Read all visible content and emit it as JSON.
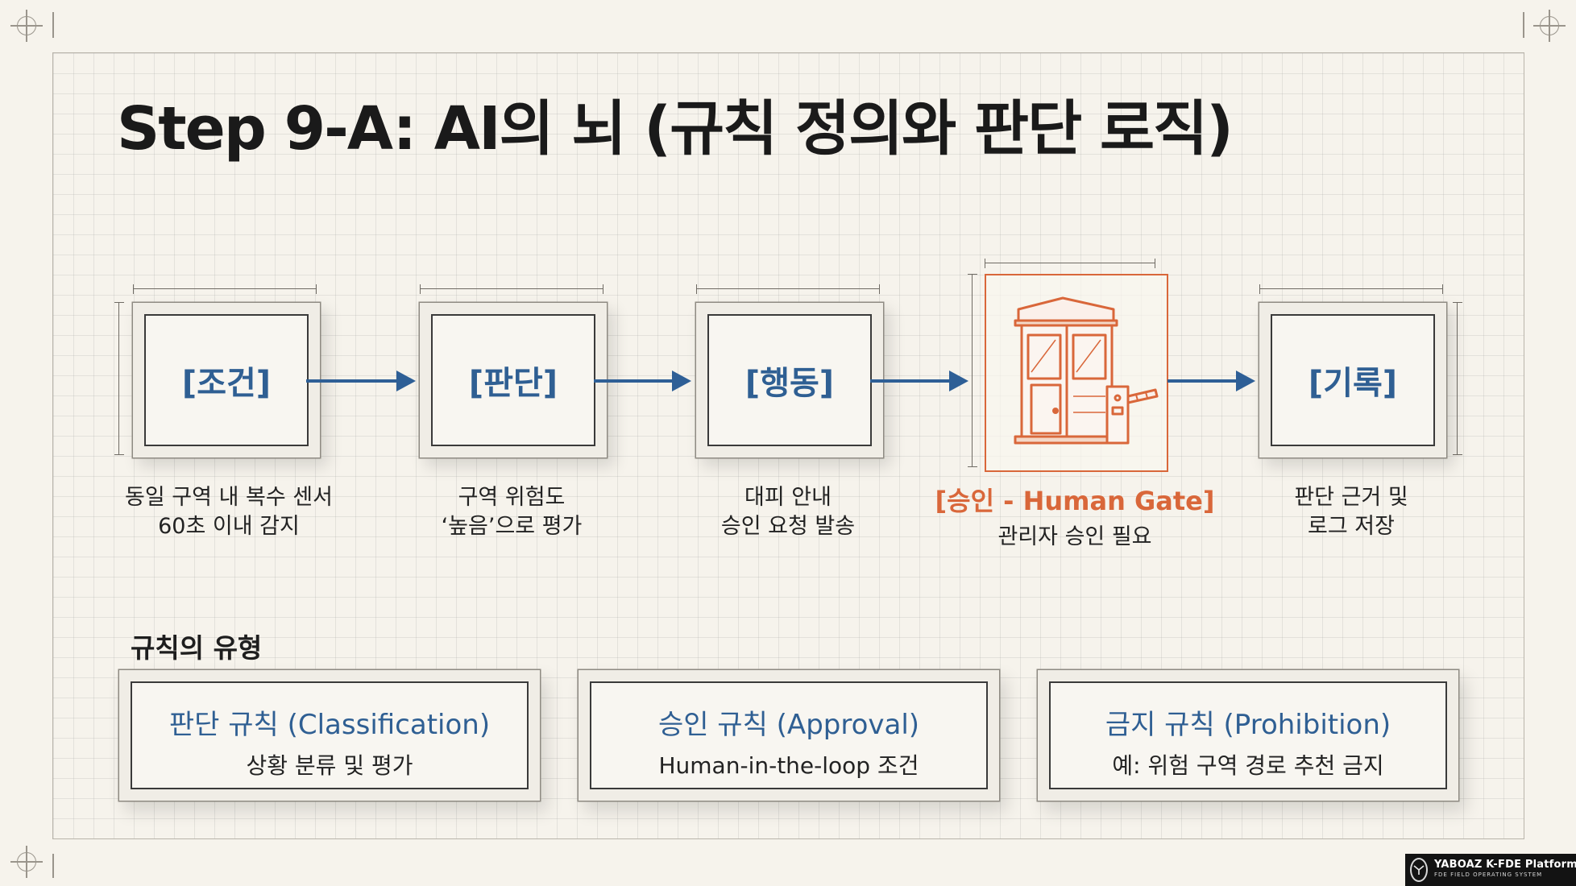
{
  "title": "Step 9-A: AI의 뇌 (규칙 정의와 판단 로직)",
  "flow": [
    {
      "label": "[조건]",
      "desc": [
        "동일 구역 내 복수 센서",
        "60초 이내 감지"
      ]
    },
    {
      "label": "[판단]",
      "desc": [
        "구역 위험도",
        "‘높음’으로 평가"
      ]
    },
    {
      "label": "[행동]",
      "desc": [
        "대피 안내",
        "승인 요청 발송"
      ]
    },
    {
      "label": "[승인 - Human Gate]",
      "desc": [
        "관리자 승인 필요"
      ],
      "icon": "guard-booth-gate-icon"
    },
    {
      "label": "[기록]",
      "desc": [
        "판단 근거 및",
        "로그 저장"
      ]
    }
  ],
  "rules_title": "규칙의 유형",
  "rules": [
    {
      "title": "판단 규칙 (Classification)",
      "desc": "상황 분류 및 평가"
    },
    {
      "title": "승인 규칙 (Approval)",
      "desc": "Human-in-the-loop 조건"
    },
    {
      "title": "금지 규칙 (Prohibition)",
      "desc": "예: 위험 구역 경로 추천 금지"
    }
  ],
  "brand": {
    "name": "YABOAZ K-FDE Platform",
    "sub": "FDE FIELD OPERATING SYSTEM"
  },
  "colors": {
    "accent_blue": "#2f5f93",
    "gate_orange": "#d9673a",
    "background": "#f6f3ec"
  }
}
